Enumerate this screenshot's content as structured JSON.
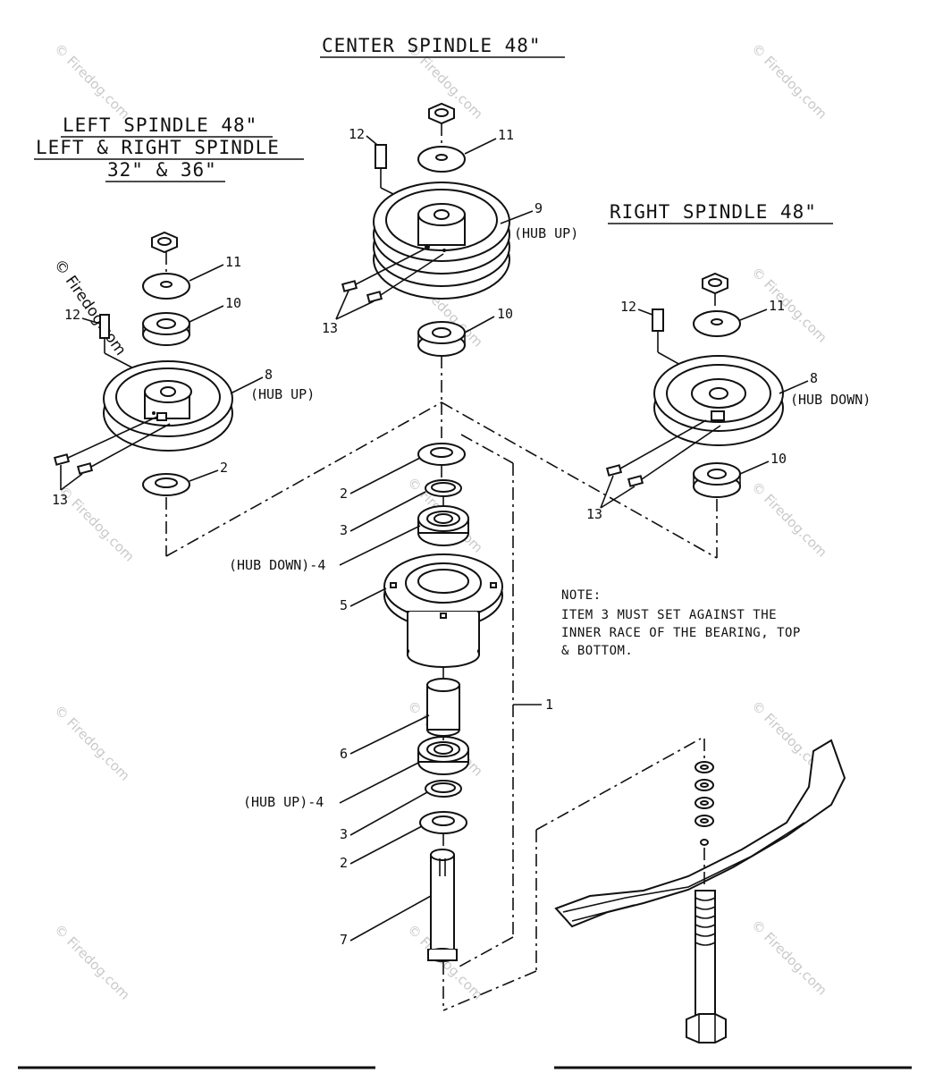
{
  "titles": {
    "center": "CENTER SPINDLE 48\"",
    "left_1": "LEFT SPINDLE 48\"",
    "left_2": "LEFT & RIGHT SPINDLE",
    "left_3": "32\" & 36\"",
    "right": "RIGHT SPINDLE 48\""
  },
  "labels": {
    "center_12": "12",
    "center_11": "11",
    "center_9": "9",
    "center_hub_up": "(HUB UP)",
    "center_13": "13",
    "center_10": "10",
    "left_11": "11",
    "left_10": "10",
    "left_12": "12",
    "left_8": "8",
    "left_hub_up": "(HUB UP)",
    "left_2": "2",
    "left_13": "13",
    "right_12": "12",
    "right_11": "11",
    "right_8": "8",
    "right_hub_down": "(HUB DOWN)",
    "right_10": "10",
    "right_13": "13",
    "stack_2a": "2",
    "stack_3a": "3",
    "stack_4a": "(HUB DOWN)-4",
    "stack_5": "5",
    "stack_6": "6",
    "stack_4b": "(HUB UP)-4",
    "stack_3b": "3",
    "stack_2b": "2",
    "stack_7": "7",
    "assembly_1": "1"
  },
  "note": {
    "line1": "NOTE:",
    "line2": "ITEM 3 MUST SET AGAINST THE",
    "line3": "INNER RACE OF THE BEARING, TOP",
    "line4": "& BOTTOM."
  },
  "watermark": "© Firedog.com"
}
